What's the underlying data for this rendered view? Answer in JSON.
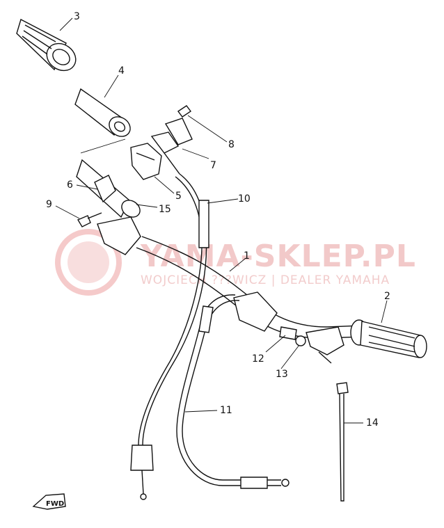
{
  "watermark": {
    "title": "YAMA-SKLEP.PL",
    "subtitle": "WOJCIECH ???WICZ | DEALER YAMAHA",
    "color": "#f2c9c9"
  },
  "fwd_label": "FWD",
  "parts": [
    {
      "key": "p1",
      "label": "1"
    },
    {
      "key": "p2",
      "label": "2"
    },
    {
      "key": "p3",
      "label": "3"
    },
    {
      "key": "p4",
      "label": "4"
    },
    {
      "key": "p5",
      "label": "5"
    },
    {
      "key": "p6",
      "label": "6"
    },
    {
      "key": "p7",
      "label": "7"
    },
    {
      "key": "p8",
      "label": "8"
    },
    {
      "key": "p9",
      "label": "9"
    },
    {
      "key": "p10",
      "label": "10"
    },
    {
      "key": "p11",
      "label": "11"
    },
    {
      "key": "p12",
      "label": "12"
    },
    {
      "key": "p13",
      "label": "13"
    },
    {
      "key": "p14",
      "label": "14"
    },
    {
      "key": "p15",
      "label": "15"
    }
  ]
}
